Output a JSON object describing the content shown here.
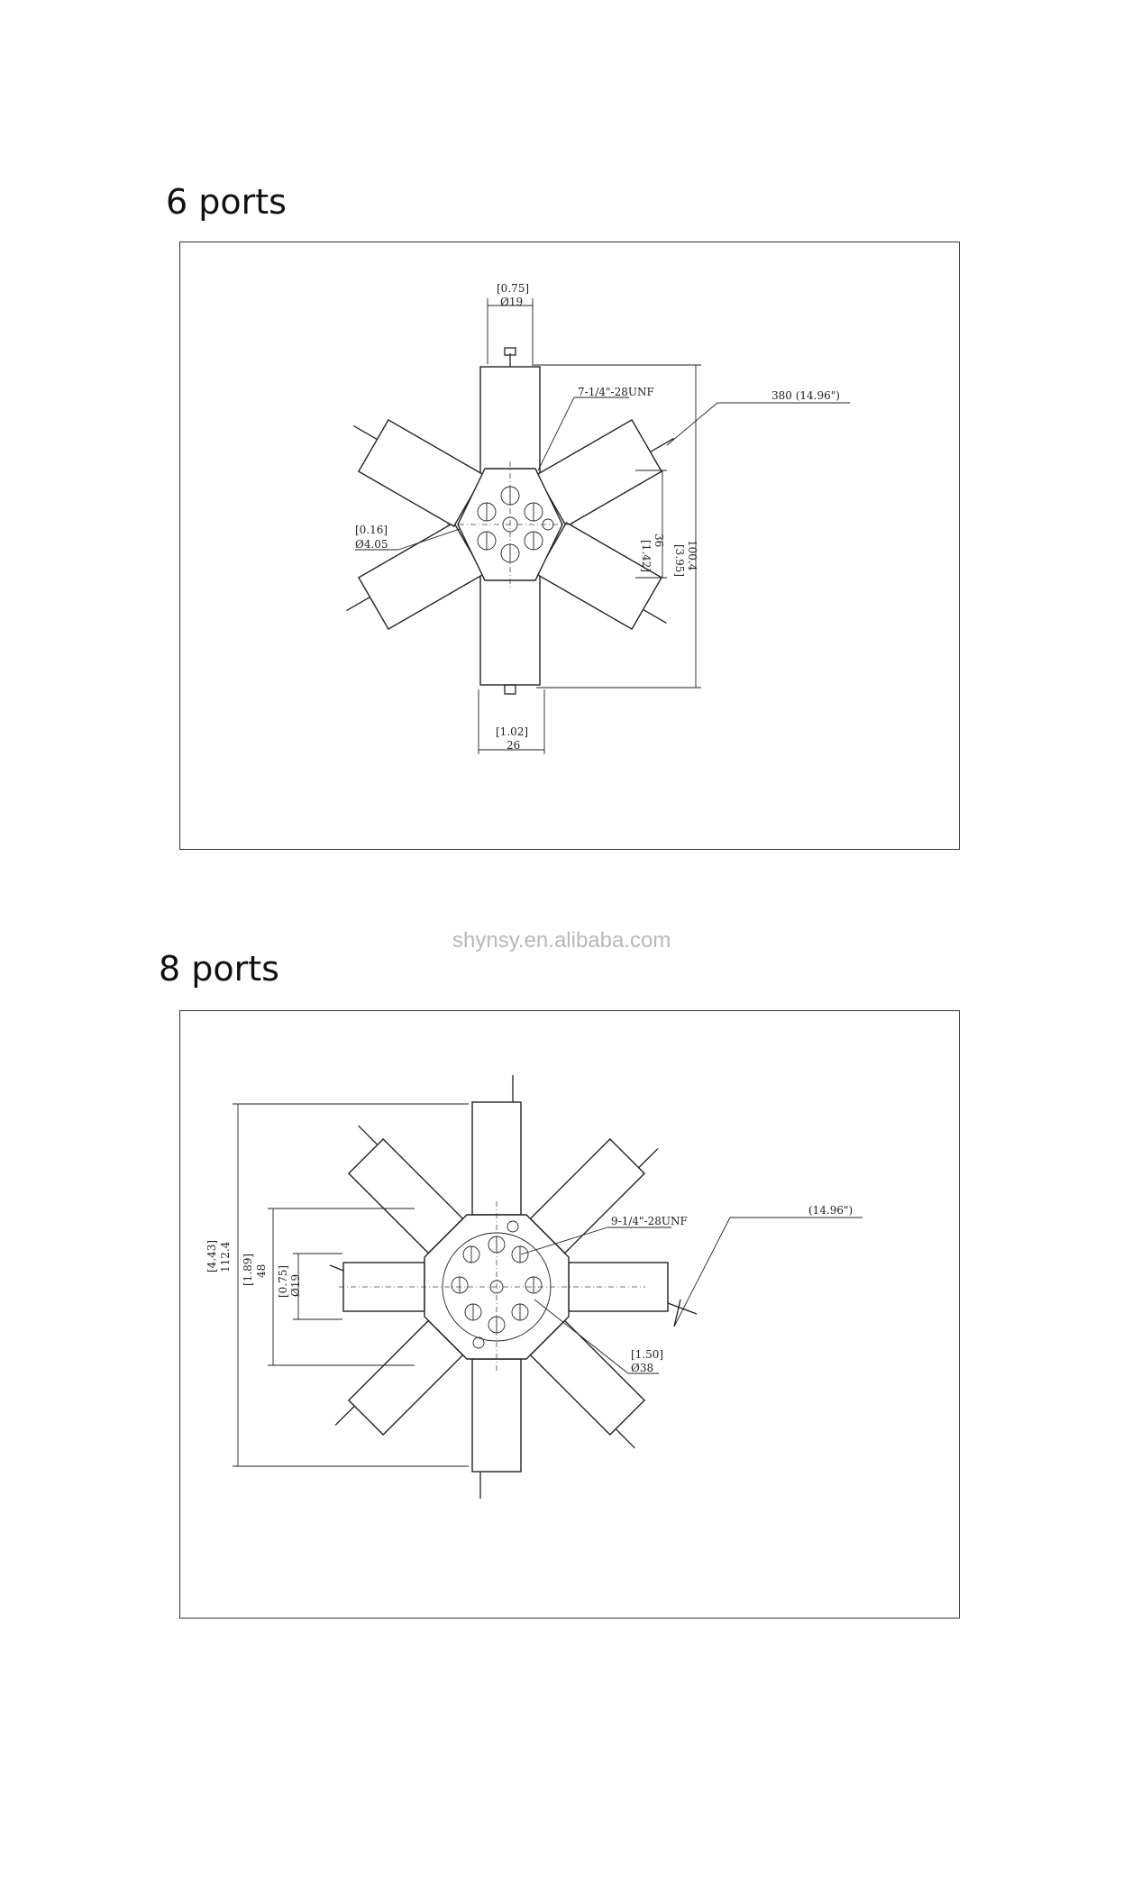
{
  "watermark": "shynsy.en.alibaba.com",
  "sections": [
    {
      "title": "6 ports",
      "labels": {
        "top_dim_in": "[0.75]",
        "top_dim_mm": "Ø19",
        "thread": "7-1/4\"-28UNF",
        "length": "380 (14.96\")",
        "left_dim_in": "[0.16]",
        "left_dim_mm": "Ø4.05",
        "inner_h_in": "[1.42]",
        "inner_h_mm": "36",
        "outer_h_in": "[3.95]",
        "outer_h_mm": "100.4",
        "bottom_dim_in": "[1.02]",
        "bottom_dim_mm": "26"
      }
    },
    {
      "title": "8 ports",
      "labels": {
        "thread": "9-1/4\"-28UNF",
        "length": "(14.96\")",
        "outer_h_in": "[4.43]",
        "outer_h_mm": "112.4",
        "mid_h_in": "[1.89]",
        "mid_h_mm": "48",
        "inner_h_in": "[0.75]",
        "inner_h_mm": "Ø19",
        "dia_in": "[1.50]",
        "dia_mm": "Ø38"
      }
    }
  ]
}
